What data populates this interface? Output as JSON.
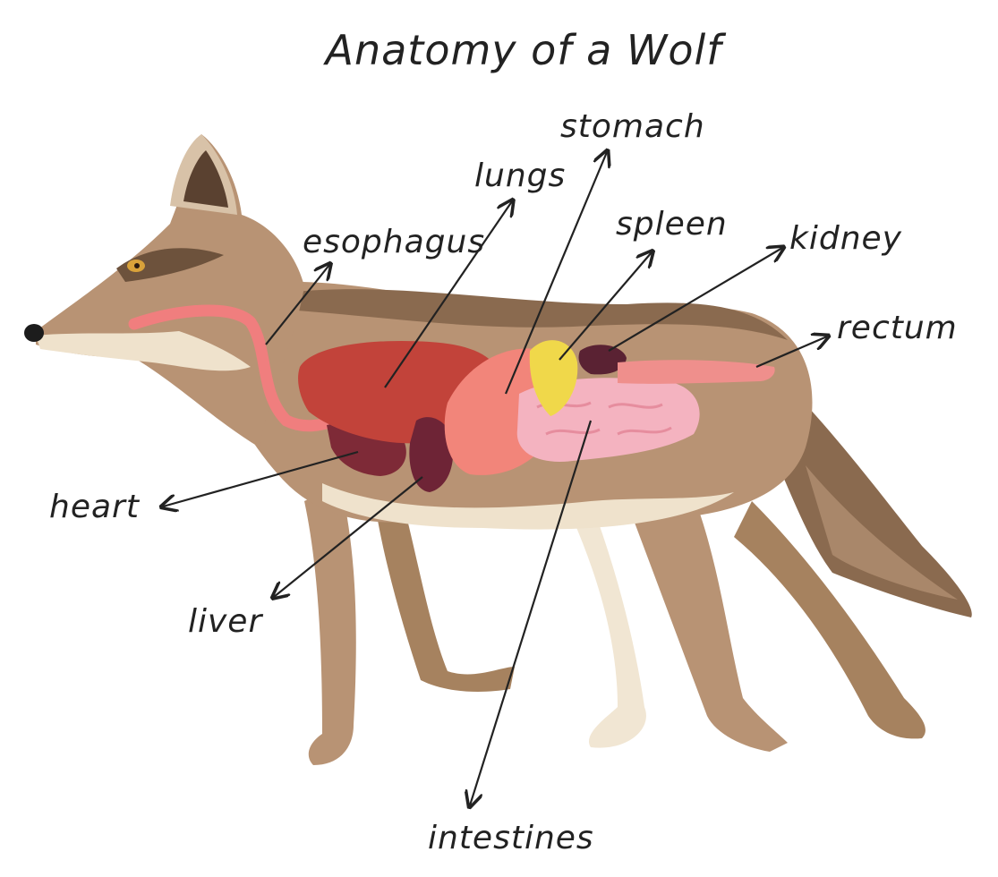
{
  "title": "Anatomy of a Wolf",
  "labels": {
    "stomach": "stomach",
    "lungs": "lungs",
    "esophagus": "esophagus",
    "spleen": "spleen",
    "kidney": "kidney",
    "rectum": "rectum",
    "heart": "heart",
    "liver": "liver",
    "intestines": "intestines"
  },
  "colors": {
    "fur_main": "#b89374",
    "fur_dark": "#8a6a4f",
    "fur_light": "#efe2cc",
    "esophagus": "#f07e7e",
    "lungs": "#c2433a",
    "liver": "#6e2436",
    "stomach": "#f2857a",
    "spleen": "#f0d84a",
    "kidney": "#5a2233",
    "intestines": "#f4b3c0",
    "rectum": "#ef8f8c",
    "ink": "#222222"
  }
}
